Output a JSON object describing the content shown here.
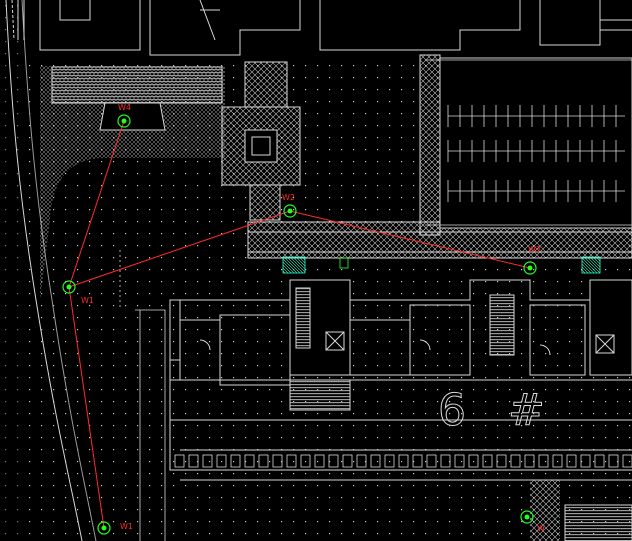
{
  "drawing": {
    "background": "#000000",
    "line_color": "#d8d8d8",
    "route_color": "#ff2a2a",
    "marker_color": "#22ff22",
    "accent_color": "#33ffcc",
    "building_number": "6",
    "building_suffix": "#"
  },
  "markers": [
    {
      "id": "m1",
      "label": "W4"
    },
    {
      "id": "m2",
      "label": "W2"
    },
    {
      "id": "m3",
      "label": "W3"
    },
    {
      "id": "m4",
      "label": "W1"
    },
    {
      "id": "m5",
      "label": "W1"
    },
    {
      "id": "m6",
      "label": "W"
    }
  ],
  "route_segments": [
    {
      "from": "m1",
      "to": "m4"
    },
    {
      "from": "m2",
      "to": "m4"
    },
    {
      "from": "m2",
      "to": "m3"
    },
    {
      "from": "m4",
      "to": "m5"
    }
  ]
}
